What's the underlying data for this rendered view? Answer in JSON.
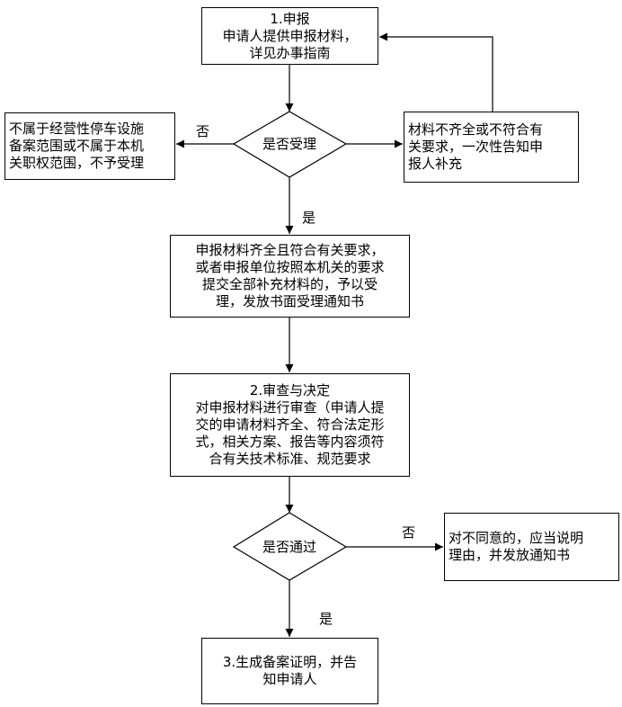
{
  "diagram": {
    "step1_box": {
      "lines": [
        "1.申报",
        "申请人提供申报材料，",
        "详见办事指南"
      ]
    },
    "accept_decision": {
      "text": "是否受理"
    },
    "reject_box": {
      "lines": [
        "不属于经营性停车设施",
        "备案范围或不属于本机",
        "关职权范围，不予受理"
      ]
    },
    "supplement_box": {
      "lines": [
        "材料不齐全或不符合有",
        "关要求，一次性告知申",
        "报人补充"
      ]
    },
    "accepted_box": {
      "lines": [
        "申报材料齐全且符合有关要求，",
        "或者申报单位按照本机关的要求",
        "提交全部补充材料的，予以受",
        "理，发放书面受理通知书"
      ]
    },
    "step2_box": {
      "lines": [
        "2.审查与决定",
        "对申报材料进行审查（申请人提",
        "交的申请材料齐全、符合法定形",
        "式，相关方案、报告等内容须符",
        "合有关技术标准、规范要求"
      ]
    },
    "pass_decision": {
      "text": "是否通过"
    },
    "disagree_box": {
      "lines": [
        "对不同意的，应当说明",
        "理由，并发放通知书"
      ]
    },
    "step3_box": {
      "lines": [
        "3.生成备案证明，并告",
        "知申请人"
      ]
    },
    "labels": {
      "no_left": "否",
      "yes_accept": "是",
      "no_right": "否",
      "yes_pass": "是"
    }
  }
}
